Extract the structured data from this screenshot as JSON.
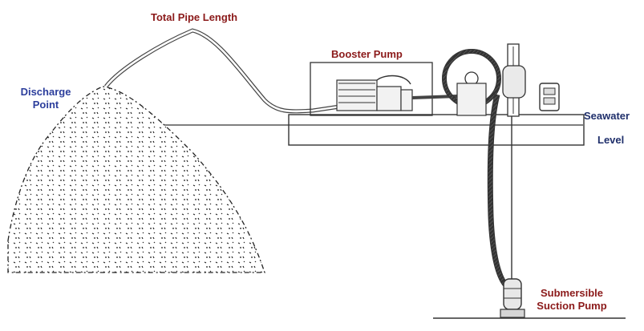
{
  "labels": {
    "total_pipe_length": "Total Pipe Length",
    "booster_pump": "Booster Pump",
    "discharge_point_line1": "Discharge",
    "discharge_point_line2": "Point",
    "seawater_level_line1": "Seawater",
    "seawater_level_line2": "Level",
    "submersible_line1": "Submersible",
    "submersible_line2": "Suction Pump"
  },
  "colors": {
    "label_red": "#8b1a1a",
    "label_blue": "#2c3e9c",
    "line": "#333333"
  }
}
